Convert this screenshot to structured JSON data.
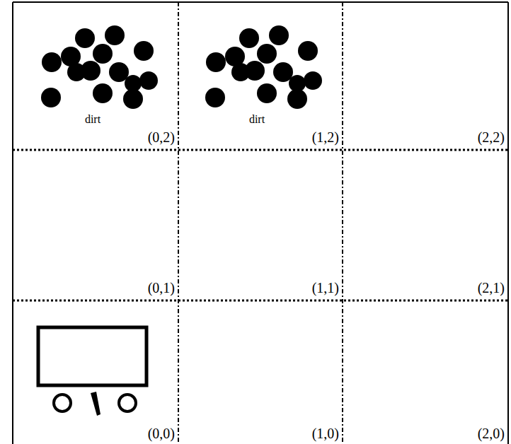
{
  "diagram": {
    "labels": [
      "dirt",
      "(0,2)",
      "dirt",
      "(1,2)",
      "(2,2)",
      "(0,1)",
      "(1,1)",
      "(2,1)",
      "(0,0)",
      "(1,0)",
      "(2,0)"
    ]
  }
}
